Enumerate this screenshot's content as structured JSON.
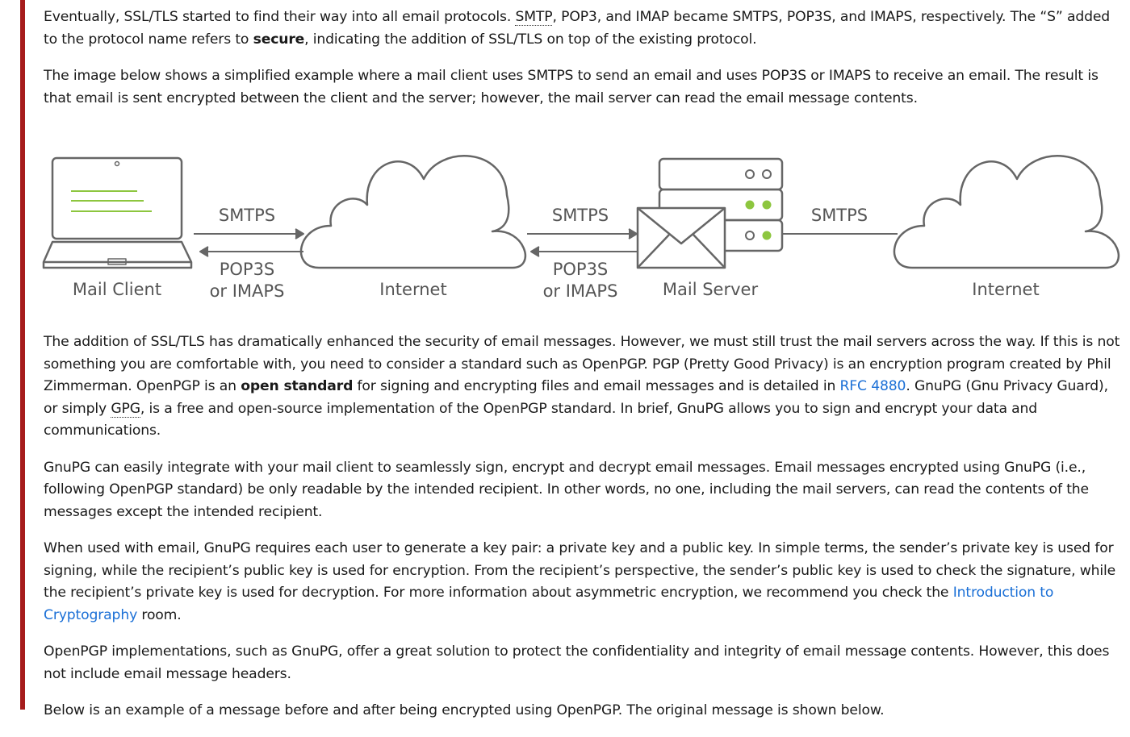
{
  "para1": {
    "t1": "Eventually, SSL/TLS started to find their way into all email protocols. ",
    "abbr": "SMTP",
    "t2": ", POP3, and IMAP became SMTPS, POP3S, and IMAPS, respectively. The “S” added to the protocol name refers to ",
    "bold": "secure",
    "t3": ", indicating the addition of SSL/TLS on top of the existing protocol."
  },
  "para2": "The image below shows a simplified example where a mail client uses SMTPS to send an email and uses POP3S or IMAPS to receive an email. The result is that email is sent encrypted between the client and the server; however, the mail server can read the email message contents.",
  "diagram": {
    "smtps_1": "SMTPS",
    "pop3s_1": "POP3S",
    "or_imaps_1": "or IMAPS",
    "smtps_2": "SMTPS",
    "pop3s_2": "POP3S",
    "or_imaps_2": "or IMAPS",
    "smtps_3": "SMTPS",
    "mail_client": "Mail Client",
    "internet_1": "Internet",
    "mail_server": "Mail Server",
    "internet_2": "Internet",
    "colors": {
      "stroke": "#666666",
      "accent": "#8dc63f"
    }
  },
  "para3": {
    "t1": "The addition of SSL/TLS has dramatically enhanced the security of email messages. However, we must still trust the mail servers across the way. If this is not something you are comfortable with, you need to consider a standard such as OpenPGP. PGP (Pretty Good Privacy) is an encryption program created by Phil Zimmerman. OpenPGP is an ",
    "bold": "open standard",
    "t2": " for signing and encrypting files and email messages and is detailed in ",
    "link": "RFC 4880",
    "t3": ". GnuPG (Gnu Privacy Guard), or simply ",
    "abbr": "GPG",
    "t4": ", is a free and open-source implementation of the OpenPGP standard. In brief, GnuPG allows you to sign and encrypt your data and communications."
  },
  "para4": "GnuPG can easily integrate with your mail client to seamlessly sign, encrypt and decrypt email messages. Email messages encrypted using GnuPG (i.e., following OpenPGP standard) be only readable by the intended recipient. In other words, no one, including the mail servers, can read the contents of the messages except the intended recipient.",
  "para5": {
    "t1": "When used with email, GnuPG requires each user to generate a key pair: a private key and a public key. In simple terms, the sender’s private key is used for signing, while the recipient’s public key is used for encryption. From the recipient’s perspective, the sender’s public key is used to check the signature, while the recipient’s private key is used for decryption. For more information about asymmetric encryption, we recommend you check the ",
    "link": "Introduction to Cryptography",
    "t2": " room."
  },
  "para6": "OpenPGP implementations, such as GnuPG, offer a great solution to protect the confidentiality and integrity of email message contents. However, this does not include email message headers.",
  "para7": "Below is an example of a message before and after being encrypted using OpenPGP. The original message is shown below.",
  "colors": {
    "accent_bar": "#a61c1c",
    "link": "#1a6fd6",
    "text": "#1a1a1a"
  }
}
